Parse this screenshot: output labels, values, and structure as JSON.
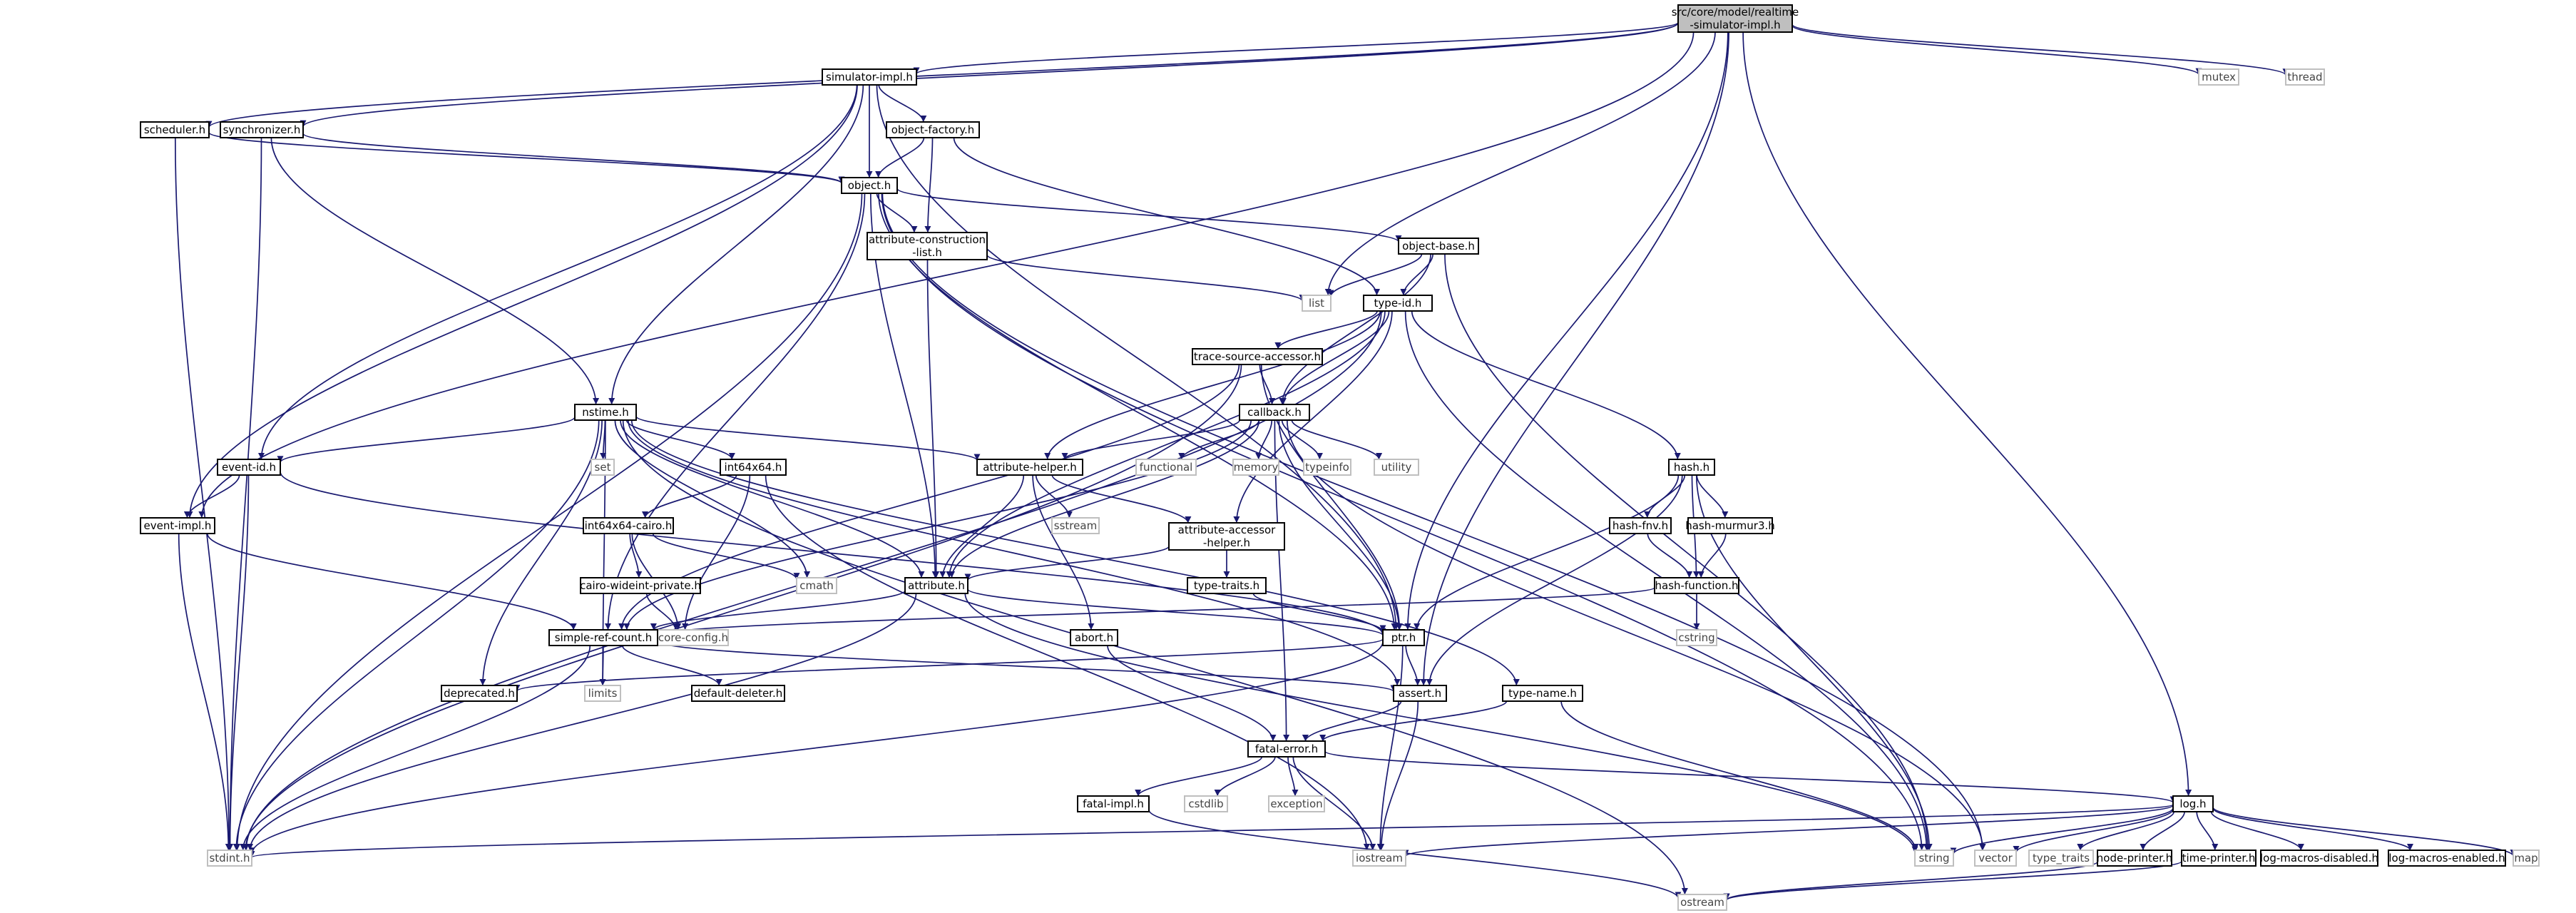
{
  "graph": {
    "title": "",
    "colors": {
      "edge": "#191970",
      "box_stroke": "#000000",
      "system_stroke": "#bfbfbf",
      "root_fill": "#bfbfbf",
      "system_text": "#444444"
    },
    "nodes": [
      {
        "id": "root",
        "label": "src/core/model/realtime",
        "label2": "-simulator-impl.h",
        "kind": "root"
      },
      {
        "id": "simimpl",
        "label": "simulator-impl.h",
        "kind": "box"
      },
      {
        "id": "scheduler",
        "label": "scheduler.h",
        "kind": "box"
      },
      {
        "id": "synchronizer",
        "label": "synchronizer.h",
        "kind": "box"
      },
      {
        "id": "objfactory",
        "label": "object-factory.h",
        "kind": "box"
      },
      {
        "id": "object",
        "label": "object.h",
        "kind": "box"
      },
      {
        "id": "attrconst",
        "label": "attribute-construction",
        "label2": "-list.h",
        "kind": "box"
      },
      {
        "id": "objbase",
        "label": "object-base.h",
        "kind": "box"
      },
      {
        "id": "list",
        "label": "list",
        "kind": "system"
      },
      {
        "id": "typeid",
        "label": "type-id.h",
        "kind": "box"
      },
      {
        "id": "trace",
        "label": "trace-source-accessor.h",
        "kind": "box"
      },
      {
        "id": "callback",
        "label": "callback.h",
        "kind": "box"
      },
      {
        "id": "nstime",
        "label": "nstime.h",
        "kind": "box"
      },
      {
        "id": "eventid",
        "label": "event-id.h",
        "kind": "box"
      },
      {
        "id": "eventimpl",
        "label": "event-impl.h",
        "kind": "box"
      },
      {
        "id": "set",
        "label": "set",
        "kind": "system"
      },
      {
        "id": "int64x64",
        "label": "int64x64.h",
        "kind": "box"
      },
      {
        "id": "cairo",
        "label": "int64x64-cairo.h",
        "kind": "box"
      },
      {
        "id": "widein",
        "label": "cairo-wideint-private.h",
        "kind": "box"
      },
      {
        "id": "cmath",
        "label": "cmath",
        "kind": "system"
      },
      {
        "id": "attrhelper",
        "label": "attribute-helper.h",
        "kind": "box"
      },
      {
        "id": "sstream",
        "label": "sstream",
        "kind": "system"
      },
      {
        "id": "functional",
        "label": "functional",
        "kind": "system"
      },
      {
        "id": "memory",
        "label": "memory",
        "kind": "system"
      },
      {
        "id": "typeinfo",
        "label": "typeinfo",
        "kind": "system"
      },
      {
        "id": "utility",
        "label": "utility",
        "kind": "system"
      },
      {
        "id": "accessor",
        "label": "attribute-accessor",
        "label2": "-helper.h",
        "kind": "box"
      },
      {
        "id": "typetraits",
        "label": "type-traits.h",
        "kind": "box"
      },
      {
        "id": "attribute",
        "label": "attribute.h",
        "kind": "box"
      },
      {
        "id": "hash",
        "label": "hash.h",
        "kind": "box"
      },
      {
        "id": "hashfnv",
        "label": "hash-fnv.h",
        "kind": "box"
      },
      {
        "id": "murmur",
        "label": "hash-murmur3.h",
        "kind": "box"
      },
      {
        "id": "hashfunc",
        "label": "hash-function.h",
        "kind": "box"
      },
      {
        "id": "cstring",
        "label": "cstring",
        "kind": "system"
      },
      {
        "id": "coreconfig",
        "label": "ns3/core-config.h",
        "kind": "system"
      },
      {
        "id": "simpleref",
        "label": "simple-ref-count.h",
        "kind": "box"
      },
      {
        "id": "abort",
        "label": "abort.h",
        "kind": "box"
      },
      {
        "id": "ptr",
        "label": "ptr.h",
        "kind": "box"
      },
      {
        "id": "deprecated",
        "label": "deprecated.h",
        "kind": "box"
      },
      {
        "id": "limits",
        "label": "limits",
        "kind": "system"
      },
      {
        "id": "defdeleter",
        "label": "default-deleter.h",
        "kind": "box"
      },
      {
        "id": "assert",
        "label": "assert.h",
        "kind": "box"
      },
      {
        "id": "typename",
        "label": "type-name.h",
        "kind": "box"
      },
      {
        "id": "fatalerror",
        "label": "fatal-error.h",
        "kind": "box"
      },
      {
        "id": "fatalimpl",
        "label": "fatal-impl.h",
        "kind": "box"
      },
      {
        "id": "cstdlib",
        "label": "cstdlib",
        "kind": "system"
      },
      {
        "id": "exception",
        "label": "exception",
        "kind": "system"
      },
      {
        "id": "log",
        "label": "log.h",
        "kind": "box"
      },
      {
        "id": "stdint",
        "label": "stdint.h",
        "kind": "system"
      },
      {
        "id": "iostream",
        "label": "iostream",
        "kind": "system"
      },
      {
        "id": "string",
        "label": "string",
        "kind": "system"
      },
      {
        "id": "vector",
        "label": "vector",
        "kind": "system"
      },
      {
        "id": "type_traits",
        "label": "type_traits",
        "kind": "system"
      },
      {
        "id": "nodeprinter",
        "label": "node-printer.h",
        "kind": "box"
      },
      {
        "id": "timeprinter",
        "label": "time-printer.h",
        "kind": "box"
      },
      {
        "id": "logdisabled",
        "label": "log-macros-disabled.h",
        "kind": "box"
      },
      {
        "id": "logenabled",
        "label": "log-macros-enabled.h",
        "kind": "box"
      },
      {
        "id": "map",
        "label": "map",
        "kind": "system"
      },
      {
        "id": "ostream",
        "label": "ostream",
        "kind": "system"
      },
      {
        "id": "mutex",
        "label": "mutex",
        "kind": "system"
      },
      {
        "id": "thread",
        "label": "thread",
        "kind": "system"
      }
    ],
    "edges": [
      [
        "root",
        "simimpl"
      ],
      [
        "root",
        "scheduler"
      ],
      [
        "root",
        "synchronizer"
      ],
      [
        "root",
        "eventimpl"
      ],
      [
        "root",
        "list"
      ],
      [
        "root",
        "ptr"
      ],
      [
        "root",
        "assert"
      ],
      [
        "root",
        "log"
      ],
      [
        "root",
        "mutex"
      ],
      [
        "root",
        "thread"
      ],
      [
        "simimpl",
        "objfactory"
      ],
      [
        "simimpl",
        "object"
      ],
      [
        "simimpl",
        "nstime"
      ],
      [
        "simimpl",
        "eventid"
      ],
      [
        "simimpl",
        "eventimpl"
      ],
      [
        "simimpl",
        "ptr"
      ],
      [
        "scheduler",
        "object"
      ],
      [
        "scheduler",
        "stdint"
      ],
      [
        "synchronizer",
        "object"
      ],
      [
        "synchronizer",
        "nstime"
      ],
      [
        "synchronizer",
        "stdint"
      ],
      [
        "objfactory",
        "object"
      ],
      [
        "objfactory",
        "attrconst"
      ],
      [
        "objfactory",
        "typeid"
      ],
      [
        "object",
        "attrconst"
      ],
      [
        "object",
        "objbase"
      ],
      [
        "object",
        "attribute"
      ],
      [
        "object",
        "ptr"
      ],
      [
        "object",
        "simpleref"
      ],
      [
        "object",
        "stdint"
      ],
      [
        "object",
        "vector"
      ],
      [
        "object",
        "string"
      ],
      [
        "attrconst",
        "list"
      ],
      [
        "attrconst",
        "attribute"
      ],
      [
        "objbase",
        "list"
      ],
      [
        "objbase",
        "typeid"
      ],
      [
        "objbase",
        "callback"
      ],
      [
        "objbase",
        "string"
      ],
      [
        "typeid",
        "trace"
      ],
      [
        "typeid",
        "callback"
      ],
      [
        "typeid",
        "attrhelper"
      ],
      [
        "typeid",
        "hash"
      ],
      [
        "typeid",
        "attribute"
      ],
      [
        "typeid",
        "accessor"
      ],
      [
        "typeid",
        "stdint"
      ],
      [
        "typeid",
        "string"
      ],
      [
        "trace",
        "callback"
      ],
      [
        "trace",
        "ptr"
      ],
      [
        "trace",
        "simpleref"
      ],
      [
        "trace",
        "stdint"
      ],
      [
        "callback",
        "attrhelper"
      ],
      [
        "callback",
        "attribute"
      ],
      [
        "callback",
        "functional"
      ],
      [
        "callback",
        "memory"
      ],
      [
        "callback",
        "typeinfo"
      ],
      [
        "callback",
        "utility"
      ],
      [
        "callback",
        "simpleref"
      ],
      [
        "callback",
        "ptr"
      ],
      [
        "callback",
        "fatalerror"
      ],
      [
        "callback",
        "vector"
      ],
      [
        "nstime",
        "eventid"
      ],
      [
        "nstime",
        "set"
      ],
      [
        "nstime",
        "int64x64"
      ],
      [
        "nstime",
        "cmath"
      ],
      [
        "nstime",
        "attrhelper"
      ],
      [
        "nstime",
        "attribute"
      ],
      [
        "nstime",
        "limits"
      ],
      [
        "nstime",
        "stdint"
      ],
      [
        "nstime",
        "ostream"
      ],
      [
        "nstime",
        "deprecated"
      ],
      [
        "nstime",
        "assert"
      ],
      [
        "nstime",
        "typename"
      ],
      [
        "eventid",
        "eventimpl"
      ],
      [
        "eventid",
        "ptr"
      ],
      [
        "eventid",
        "stdint"
      ],
      [
        "eventimpl",
        "simpleref"
      ],
      [
        "eventimpl",
        "stdint"
      ],
      [
        "int64x64",
        "cairo"
      ],
      [
        "int64x64",
        "coreconfig"
      ],
      [
        "int64x64",
        "iostream"
      ],
      [
        "cairo",
        "widein"
      ],
      [
        "cairo",
        "cmath"
      ],
      [
        "cairo",
        "coreconfig"
      ],
      [
        "widein",
        "coreconfig"
      ],
      [
        "attrhelper",
        "accessor"
      ],
      [
        "attrhelper",
        "sstream"
      ],
      [
        "attrhelper",
        "abort"
      ],
      [
        "attrhelper",
        "attribute"
      ],
      [
        "accessor",
        "attribute"
      ],
      [
        "accessor",
        "typetraits"
      ],
      [
        "typetraits",
        "ptr"
      ],
      [
        "attribute",
        "ptr"
      ],
      [
        "attribute",
        "simpleref"
      ],
      [
        "attribute",
        "string"
      ],
      [
        "attribute",
        "stdint"
      ],
      [
        "hash",
        "hashfnv"
      ],
      [
        "hash",
        "murmur"
      ],
      [
        "hash",
        "hashfunc"
      ],
      [
        "hash",
        "assert"
      ],
      [
        "hash",
        "ptr"
      ],
      [
        "hash",
        "string"
      ],
      [
        "hashfnv",
        "hashfunc"
      ],
      [
        "murmur",
        "hashfunc"
      ],
      [
        "hashfunc",
        "simpleref"
      ],
      [
        "hashfunc",
        "cstring"
      ],
      [
        "simpleref",
        "assert"
      ],
      [
        "simpleref",
        "defdeleter"
      ],
      [
        "simpleref",
        "limits"
      ],
      [
        "simpleref",
        "stdint"
      ],
      [
        "abort",
        "fatalerror"
      ],
      [
        "ptr",
        "assert"
      ],
      [
        "ptr",
        "deprecated"
      ],
      [
        "ptr",
        "iostream"
      ],
      [
        "ptr",
        "stdint"
      ],
      [
        "assert",
        "fatalerror"
      ],
      [
        "assert",
        "iostream"
      ],
      [
        "typename",
        "fatalerror"
      ],
      [
        "typename",
        "string"
      ],
      [
        "fatalerror",
        "fatalimpl"
      ],
      [
        "fatalerror",
        "cstdlib"
      ],
      [
        "fatalerror",
        "exception"
      ],
      [
        "fatalerror",
        "iostream"
      ],
      [
        "fatalerror",
        "log"
      ],
      [
        "fatalimpl",
        "ostream"
      ],
      [
        "log",
        "stdint"
      ],
      [
        "log",
        "iostream"
      ],
      [
        "log",
        "string"
      ],
      [
        "log",
        "vector"
      ],
      [
        "log",
        "type_traits"
      ],
      [
        "log",
        "nodeprinter"
      ],
      [
        "log",
        "timeprinter"
      ],
      [
        "log",
        "logdisabled"
      ],
      [
        "log",
        "logenabled"
      ],
      [
        "log",
        "map"
      ],
      [
        "nodeprinter",
        "ostream"
      ],
      [
        "timeprinter",
        "ostream"
      ]
    ]
  }
}
